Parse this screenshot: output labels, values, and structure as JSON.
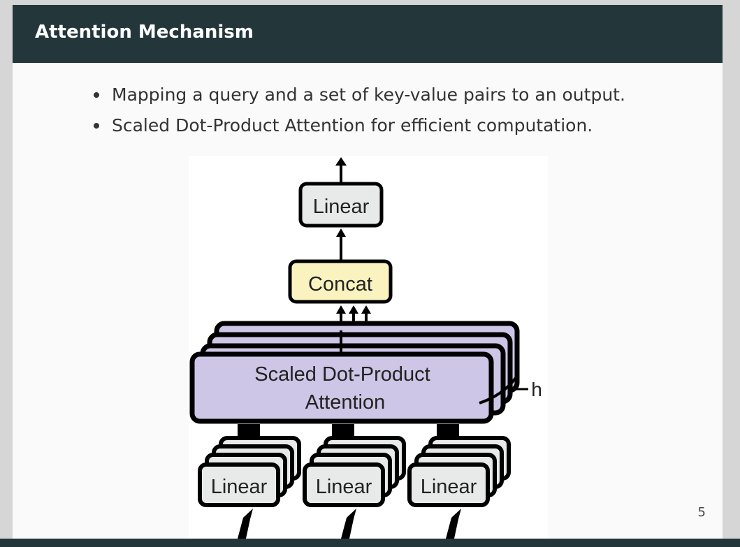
{
  "slide": {
    "title": "Attention Mechanism",
    "bullets": [
      "Mapping a query and a set of key-value pairs to an output.",
      "Scaled Dot-Product Attention for efficient computation."
    ],
    "page_number": "5"
  },
  "figure": {
    "top_linear": "Linear",
    "concat": "Concat",
    "attention_line1": "Scaled Dot-Product",
    "attention_line2": "Attention",
    "heads_label": "h",
    "input_linears": [
      "Linear",
      "Linear",
      "Linear"
    ],
    "colors": {
      "linear_fill": "#e8eaea",
      "concat_fill": "#faf3c0",
      "attention_fill": "#cdc6e6"
    }
  }
}
